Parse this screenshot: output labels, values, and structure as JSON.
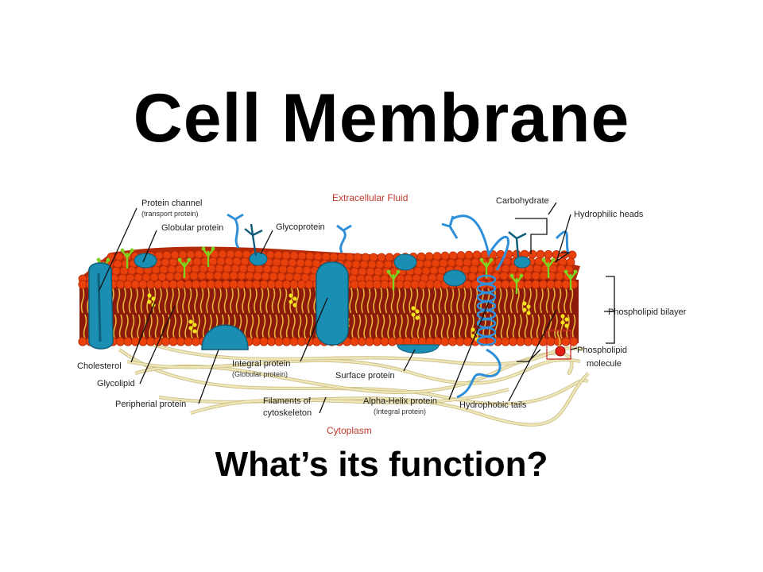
{
  "slide": {
    "title": "Cell Membrane",
    "subtitle": "What’s its function?"
  },
  "diagram": {
    "region_top": "Extracellular Fluid",
    "region_bottom": "Cytoplasm",
    "labels": {
      "protein_channel": "Protein channel",
      "protein_channel_sub": "(transport protein)",
      "globular_protein": "Globular protein",
      "glycoprotein": "Glycoprotein",
      "carbohydrate": "Carbohydrate",
      "hydrophilic_heads": "Hydrophilic heads",
      "phospholipid_bilayer": "Phospholipid bilayer",
      "phospholipid_molecule_1": "Phospholipid",
      "phospholipid_molecule_2": "molecule",
      "cholesterol": "Cholesterol",
      "glycolipid": "Glycolipid",
      "peripheral_protein": "Peripherial protein",
      "integral_protein": "Integral protein",
      "integral_protein_sub": "(Globular protein)",
      "surface_protein": "Surface protein",
      "filaments_1": "Filaments of",
      "filaments_2": "cytoskeleton",
      "alpha_helix": "Alpha-Helix protein",
      "alpha_helix_sub": "(Integral protein)",
      "hydrophobic_tails": "Hydrophobic tails"
    },
    "colors": {
      "head": "#e8410c",
      "head_dark": "#b52a06",
      "interior": "#8c1a0a",
      "tail": "#e6b43a",
      "protein": "#1a8fb3",
      "protein_dark": "#0e5e7a",
      "cholesterol": "#f2e21c",
      "glyco": "#7ed321",
      "filament": "#efe6b8",
      "helix": "#2f8fd8",
      "label_red": "#c0392b"
    }
  }
}
